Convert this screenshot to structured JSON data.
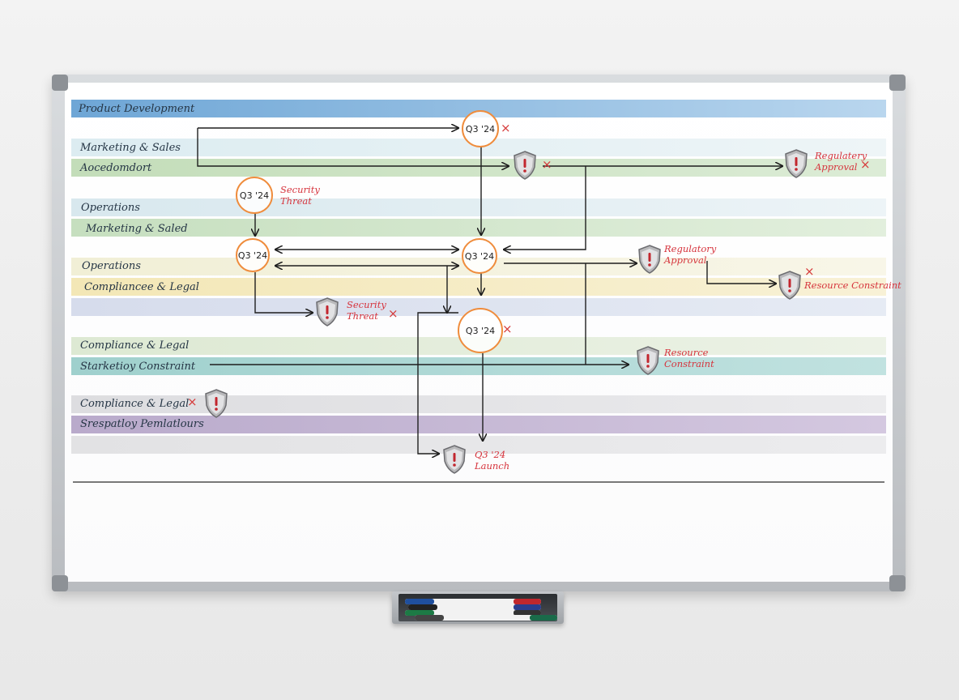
{
  "lanes": [
    {
      "label": "Product Development",
      "color": "#7fb2dc"
    },
    {
      "label": "Marketing & Sales",
      "color": "#dcecf1"
    },
    {
      "label": "Aocedomdort",
      "color": "#c9e0c0"
    },
    {
      "label": "Operations",
      "color": "#dcebf0"
    },
    {
      "label": "Marketing & Saled",
      "color": "#cfe4c9"
    },
    {
      "label": "Operations",
      "color": "#f3f1dc"
    },
    {
      "label": "Compliancee & Legal",
      "color": "#f6edc6"
    },
    {
      "label": "",
      "color": "#dde3ef"
    },
    {
      "label": "Compliance & Legal",
      "color": "#e4eddc"
    },
    {
      "label": "Starketioy Constraint",
      "color": "#a8d5d3"
    },
    {
      "label": "Compliance & Legal",
      "color": "#e2e2e4"
    },
    {
      "label": "Srespatloy Pemlatlours",
      "color": "#c8bbd7"
    },
    {
      "label": "",
      "color": "#e5e5e7"
    }
  ],
  "milestones": [
    {
      "label": "Q3 '24"
    },
    {
      "label": "Q3 '24"
    },
    {
      "label": "Q3 '24"
    },
    {
      "label": "Q3 '24"
    },
    {
      "label": "Q3 '24"
    }
  ],
  "annotations": {
    "security_threat_1": "Security\nThreat",
    "security_threat_2": "Security\nThreat",
    "regulatory_approval_1": "Regulatery\nApproval",
    "regulatory_approval_2": "Regulatory\nApproval",
    "resource_constraint_1": "Resource Constraint",
    "resource_constraint_2": "Resource\nConstraint",
    "launch": "Q3 '24\nLaunch"
  },
  "marks": {
    "x": "×"
  },
  "icons": {
    "risk": "shield-warning-icon"
  }
}
